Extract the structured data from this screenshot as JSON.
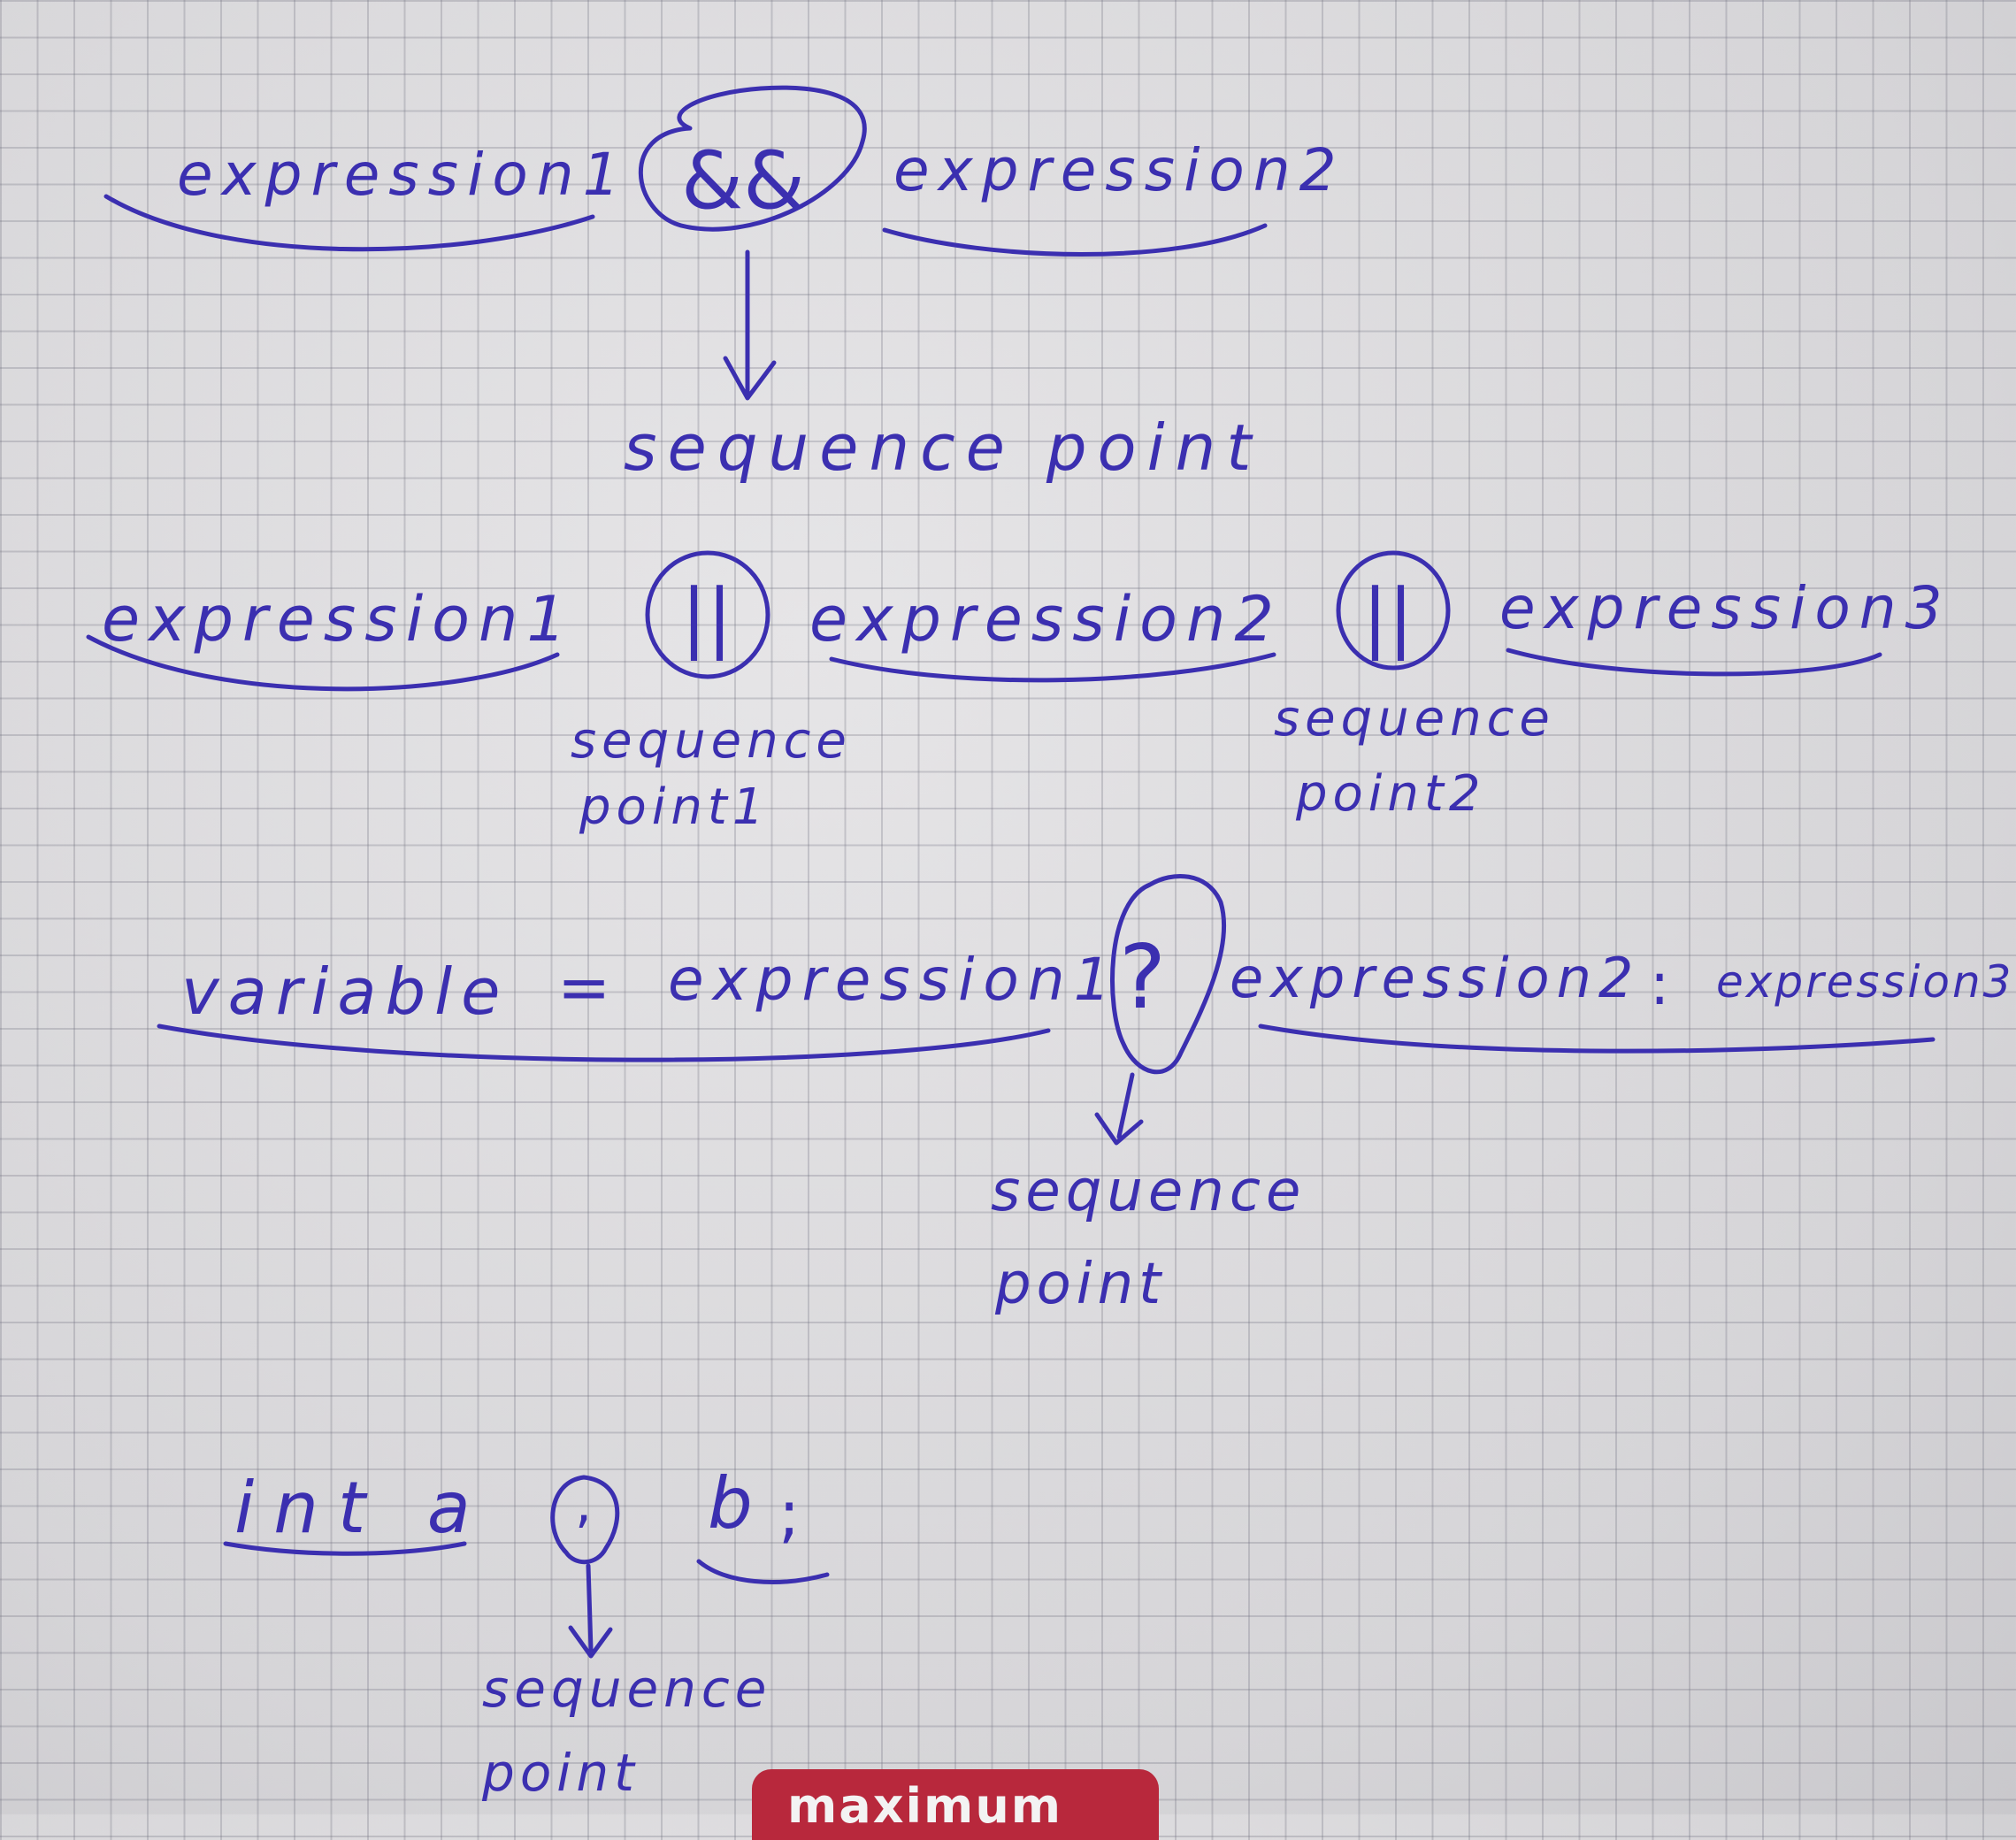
{
  "row1": {
    "left": "expression1",
    "operator": "&&",
    "right": "expression2",
    "label": "sequence point"
  },
  "row2": {
    "expr1": "expression1",
    "op1": "||",
    "expr2": "expression2",
    "op2": "||",
    "expr3": "expression3",
    "label1_line1": "sequence",
    "label1_line2": "point1",
    "label2_line1": "sequence",
    "label2_line2": "point2"
  },
  "row3": {
    "variable": "variable",
    "equals": "=",
    "expr1": "expression1",
    "question": "?",
    "expr2": "expression2",
    "colon": ":",
    "expr3": "expression3",
    "label_line1": "sequence",
    "label_line2": "point"
  },
  "row4": {
    "decl": "int a",
    "comma": ",",
    "var_b": "b",
    "semicolon": ";",
    "label_line1": "sequence",
    "label_line2": "point"
  },
  "colors": {
    "ink": "#3b2fb0",
    "paper": "#dcdbdd",
    "logo": "#b8283c"
  },
  "logo_text": "maximum"
}
